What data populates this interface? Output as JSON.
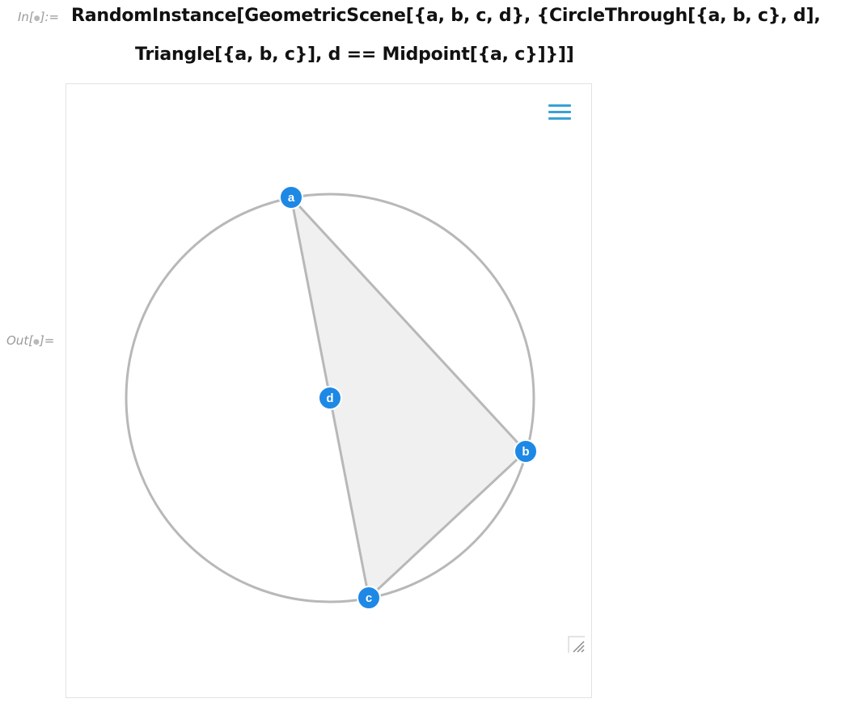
{
  "notebook": {
    "input_label": "In[",
    "input_label_end": "]:=",
    "output_label": "Out[",
    "output_label_end": "]=",
    "label_dot": "●",
    "code_line_1": "RandomInstance[GeometricScene[{a, b, c, d}, {CircleThrough[{a, b, c}, d],",
    "code_line_2": "Triangle[{a, b, c}], d == Midpoint[{a, c}]}]]"
  },
  "output": {
    "menu_icon": "hamburger-menu-icon",
    "resize_icon": "resize-handle-icon"
  },
  "scene": {
    "colors": {
      "point_fill": "#1e88e5",
      "point_stroke": "#ffffff",
      "line": "#b8b8b8",
      "triangle_fill": "#f0f0f0",
      "menu": "#3aa0d8"
    },
    "points": [
      {
        "id": "a",
        "label": "a"
      },
      {
        "id": "b",
        "label": "b"
      },
      {
        "id": "c",
        "label": "c"
      },
      {
        "id": "d",
        "label": "d"
      }
    ]
  }
}
